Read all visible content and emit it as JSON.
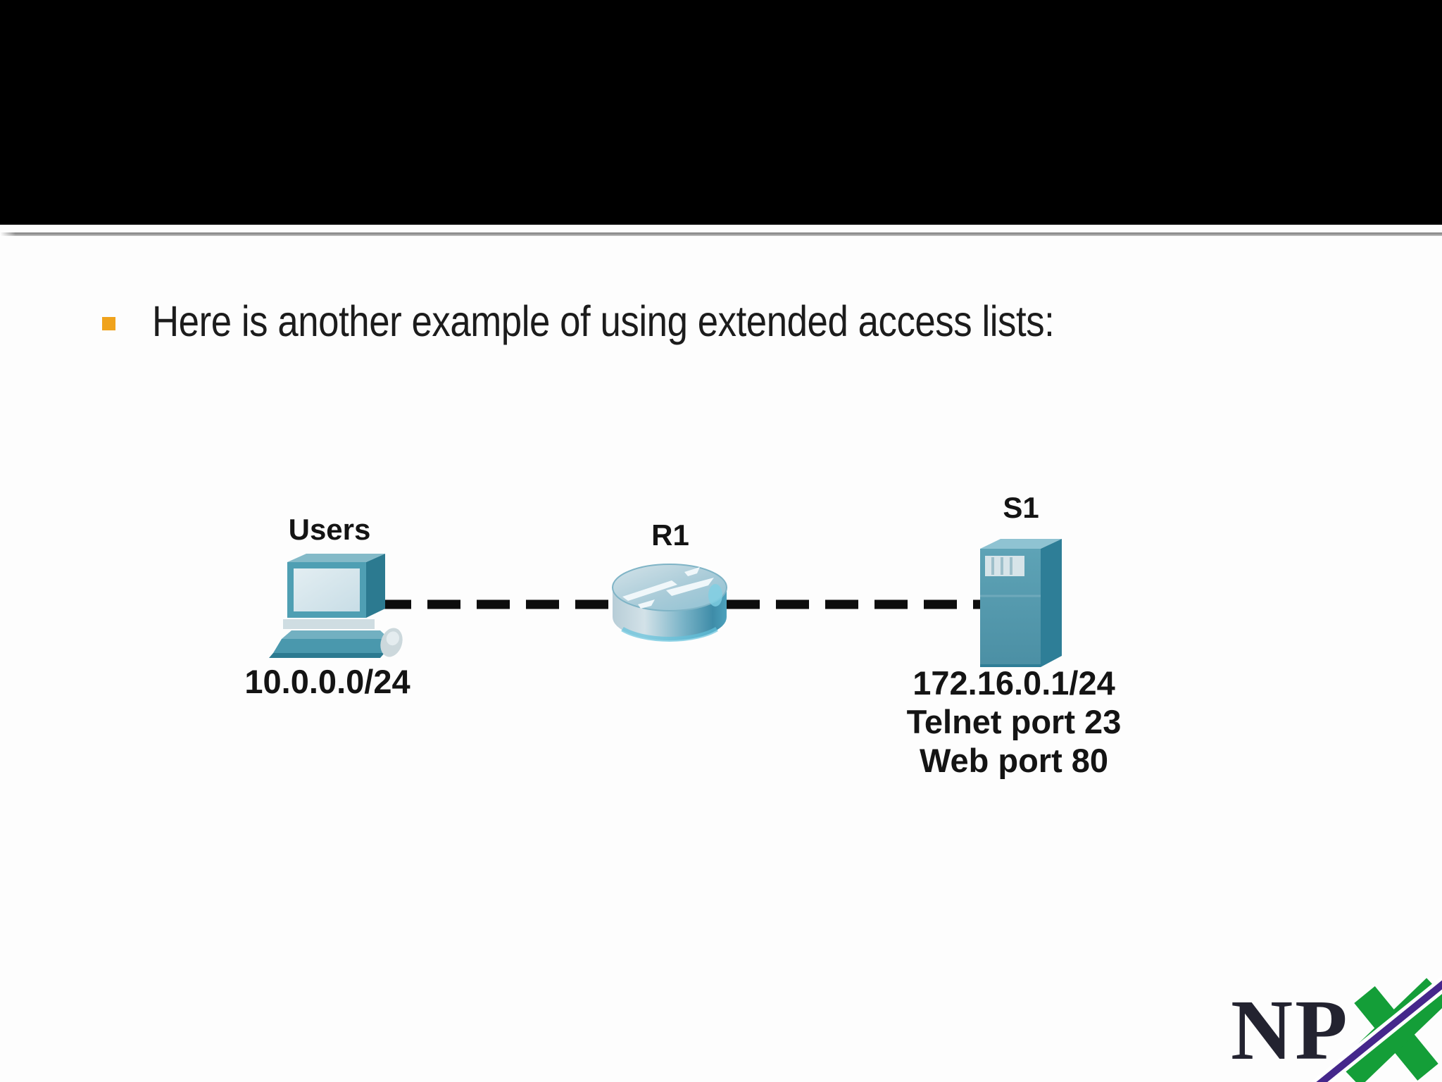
{
  "slide": {
    "bullet_text": "Here is another example of using extended access lists:"
  },
  "diagram": {
    "users": {
      "label": "Users",
      "subnet": "10.0.0.0/24",
      "device": "pc"
    },
    "router": {
      "label": "R1",
      "device": "router"
    },
    "server": {
      "label": "S1",
      "address": "172.16.0.1/24",
      "service_telnet": "Telnet port 23",
      "service_web": "Web port 80",
      "device": "server"
    },
    "links": [
      {
        "from": "Users",
        "to": "R1",
        "style": "dashed"
      },
      {
        "from": "R1",
        "to": "S1",
        "style": "dashed"
      }
    ]
  },
  "logo": {
    "np": "NP",
    "x": "X"
  },
  "colors": {
    "bullet": "#F0A31C",
    "device_teal": "#5297AC",
    "device_teal_dark": "#2E7E97",
    "screen_light": "#D9E8EE",
    "link_black": "#0D0D0D",
    "separator_gray": "#9A9A9A",
    "logo_green": "#149E38",
    "logo_purple": "#45278B",
    "logo_text": "#232330"
  }
}
